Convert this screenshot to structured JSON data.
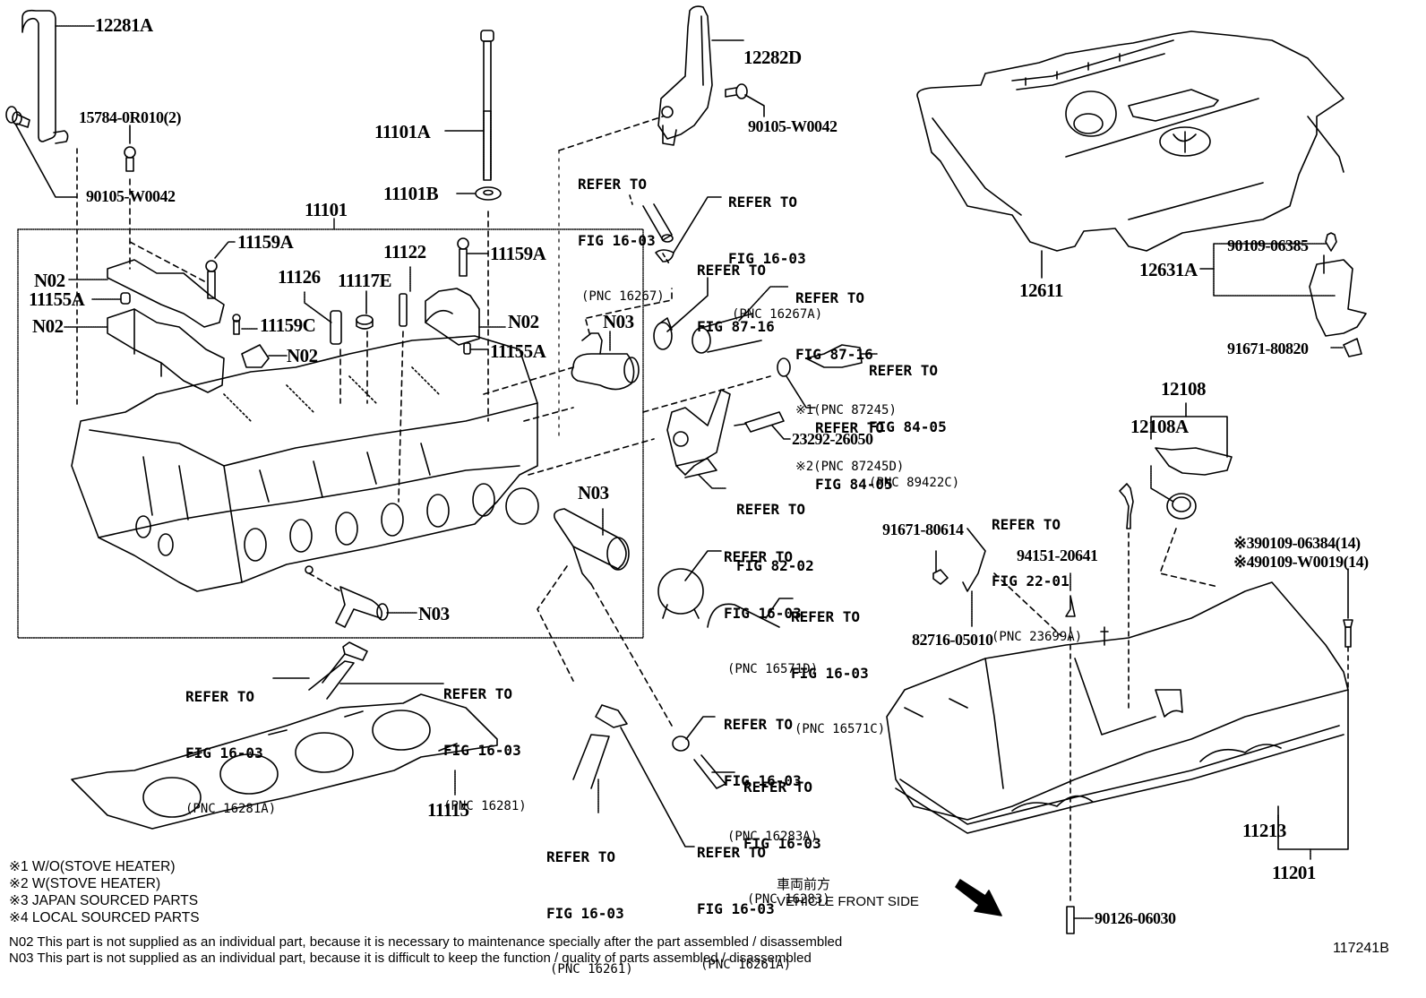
{
  "diagram": {
    "figure_id": "117241B",
    "vehicle_front": {
      "jp": "車両前方",
      "en": "VEHICLE FRONT SIDE"
    },
    "part_labels": {
      "p12281A": "12281A",
      "p15784": "15784-0R010(2)",
      "p90105a": "90105-W0042",
      "p11101A": "11101A",
      "p11101B": "11101B",
      "p11101": "11101",
      "p11159A_1": "11159A",
      "p11159A_2": "11159A",
      "p11159C": "11159C",
      "p11126": "11126",
      "p11117E": "11117E",
      "p11122": "11122",
      "p11155A_1": "11155A",
      "p11155A_2": "11155A",
      "pN02_1": "N02",
      "pN02_2": "N02",
      "pN02_3": "N02",
      "pN02_4": "N02",
      "pN03_1": "N03",
      "pN03_2": "N03",
      "pN03_3": "N03",
      "p12282D": "12282D",
      "p90105b": "90105-W0042",
      "p12611": "12611",
      "p12631A": "12631A",
      "p90109_06385": "90109-06385",
      "p91671_80820": "91671-80820",
      "p23292": "23292-26050",
      "p12108": "12108",
      "p12108A": "12108A",
      "p91671_80614": "91671-80614",
      "p94151": "94151-20641",
      "p82716": "82716-05010",
      "p90109_06384": "※390109-06384(14)",
      "p90109_W0019": "※490109-W0019(14)",
      "p11115": "11115",
      "p11213": "11213",
      "p11201": "11201",
      "p90126": "90126-06030"
    },
    "references": [
      {
        "l1": "REFER TO",
        "l2": "FIG 16-03",
        "pnc": "(PNC 16267)"
      },
      {
        "l1": "REFER TO",
        "l2": "FIG 16-03",
        "pnc": "(PNC 16267A)"
      },
      {
        "l1": "REFER TO",
        "l2": "FIG 87-16",
        "pnc": ""
      },
      {
        "l1": "REFER TO",
        "l2": "FIG 87-16",
        "pnc": "※1(PNC 87245)",
        "pnc2": "※2(PNC 87245D)"
      },
      {
        "l1": "REFER TO",
        "l2": "FIG 84-05",
        "pnc": "(PNC 89422C)"
      },
      {
        "l1": "REFER TO",
        "l2": "FIG 84-05",
        "pnc": ""
      },
      {
        "l1": "REFER TO",
        "l2": "FIG 82-02",
        "pnc": ""
      },
      {
        "l1": "REFER TO",
        "l2": "FIG 16-03",
        "pnc": "(PNC 16571D)"
      },
      {
        "l1": "REFER TO",
        "l2": "FIG 16-03",
        "pnc": "(PNC 16571C)"
      },
      {
        "l1": "REFER TO",
        "l2": "FIG 22-01",
        "pnc": "(PNC 23699A)"
      },
      {
        "l1": "REFER TO",
        "l2": "FIG 16-03",
        "pnc": "(PNC 16281A)"
      },
      {
        "l1": "REFER TO",
        "l2": "FIG 16-03",
        "pnc": "(PNC 16281)"
      },
      {
        "l1": "REFER TO",
        "l2": "FIG 16-03",
        "pnc": "(PNC 16283A)"
      },
      {
        "l1": "REFER TO",
        "l2": "FIG 16-03",
        "pnc": "(PNC 16283)"
      },
      {
        "l1": "REFER TO",
        "l2": "FIG 16-03",
        "pnc": "(PNC 16261)"
      },
      {
        "l1": "REFER TO",
        "l2": "FIG 16-03",
        "pnc": "(PNC 16261A)"
      }
    ],
    "legend": [
      "※1  W/O(STOVE HEATER)",
      "※2  W(STOVE HEATER)",
      "※3 JAPAN SOURCED PARTS",
      "※4 LOCAL SOURCED PARTS"
    ],
    "footnotes": [
      "N02  This part is not supplied as an individual part, because it is necessary to maintenance specially after the part assembled / disassembled",
      "N03  This part is not supplied as an individual part, because it is difficult to keep the function / quality of parts  assembled / disassembled"
    ]
  }
}
